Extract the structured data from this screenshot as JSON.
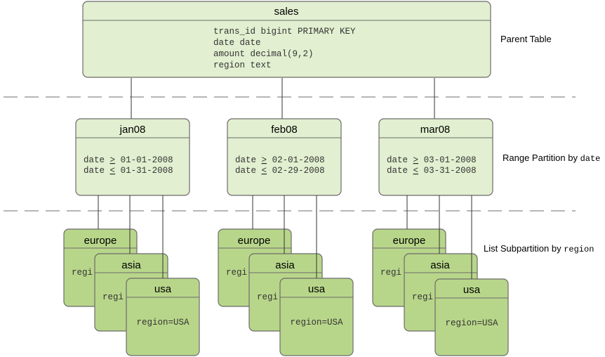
{
  "parent": {
    "title": "sales",
    "columns": [
      "trans_id bigint PRIMARY KEY",
      "date date",
      "amount decimal(9,2)",
      "region text"
    ]
  },
  "labels": {
    "parent_table": "Parent Table",
    "range_text": "Range Partition by ",
    "range_key": "date",
    "list_text": "List Subpartition by ",
    "list_key": "region"
  },
  "partitions": [
    {
      "name": "jan08",
      "ge": "01-01-2008",
      "le": "01-31-2008",
      "subs": [
        {
          "name": "europe",
          "peek": "regi"
        },
        {
          "name": "asia",
          "peek": "regi"
        },
        {
          "name": "usa",
          "rule": "region=USA"
        }
      ]
    },
    {
      "name": "feb08",
      "ge": "02-01-2008",
      "le": "02-29-2008",
      "subs": [
        {
          "name": "europe",
          "peek": "regi"
        },
        {
          "name": "asia",
          "peek": "regi"
        },
        {
          "name": "usa",
          "rule": "region=USA"
        }
      ]
    },
    {
      "name": "mar08",
      "ge": "03-01-2008",
      "le": "03-31-2008",
      "subs": [
        {
          "name": "europe",
          "peek": "regi"
        },
        {
          "name": "asia",
          "peek": "regi"
        },
        {
          "name": "usa",
          "rule": "region=USA"
        }
      ]
    }
  ],
  "ops": {
    "ge": "≥",
    "le": "≤",
    "field": "date"
  },
  "colors": {
    "light_fill": "#e2efd0",
    "dark_fill": "#b8d68a",
    "stroke": "#6b6b6b",
    "dashed": "#8a8a8a"
  }
}
